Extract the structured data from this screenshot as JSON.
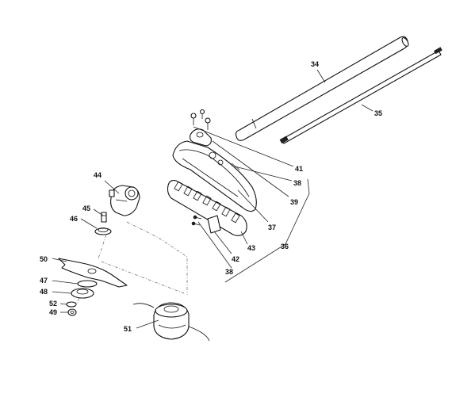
{
  "labels": {
    "p34": "34",
    "p35": "35",
    "p36": "36",
    "p37": "37",
    "p38a": "38",
    "p38b": "38",
    "p39": "39",
    "p41": "41",
    "p42": "42",
    "p43": "43",
    "p44": "44",
    "p45": "45",
    "p46": "46",
    "p47": "47",
    "p48": "48",
    "p49": "49",
    "p50": "50",
    "p51": "51",
    "p52": "52"
  }
}
